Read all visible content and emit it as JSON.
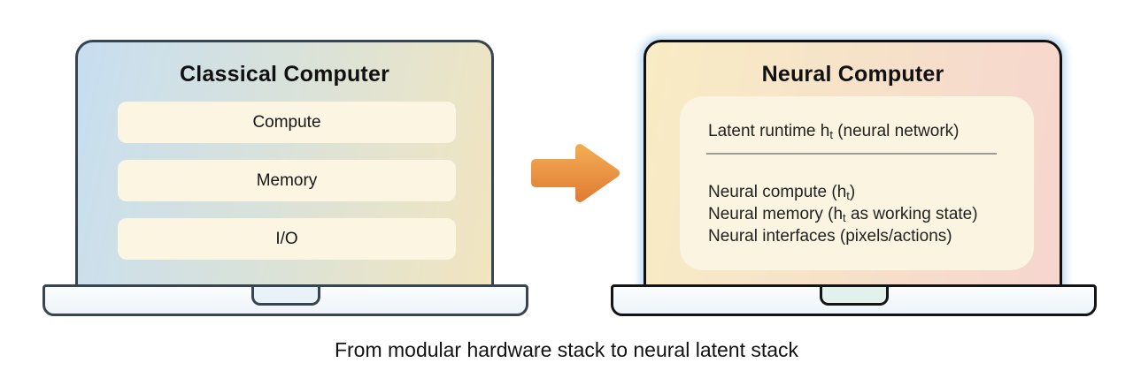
{
  "diagram": {
    "left_laptop": {
      "title": "Classical Computer",
      "boxes": [
        "Compute",
        "Memory",
        "I/O"
      ]
    },
    "right_laptop": {
      "title": "Neural Computer",
      "runtime": {
        "pre": "Latent runtime h",
        "sub": "t",
        "post": " (neural network)"
      },
      "items": [
        {
          "pre": "Neural compute (h",
          "sub": "t",
          "post": ")"
        },
        {
          "pre": "Neural memory (h",
          "sub": "t",
          "post": " as working state)"
        },
        {
          "pre": "Neural interfaces (pixels/actions)",
          "sub": "",
          "post": ""
        }
      ]
    },
    "caption": "From modular hardware stack to neural latent stack"
  },
  "colors": {
    "left_screen_gradient_start": "#C7DEF0",
    "left_screen_gradient_end": "#F2E5BF",
    "right_screen_gradient_start": "#F8ECC4",
    "right_screen_gradient_end": "#F6D5CE",
    "module_box_bg": "#FBF5E2",
    "latent_panel_bg": "#FBF4E0",
    "arrow_orange_top": "#F2AA52",
    "arrow_orange_bottom": "#E07F36",
    "left_laptop_border": "#36454F",
    "right_laptop_border": "#141414"
  }
}
